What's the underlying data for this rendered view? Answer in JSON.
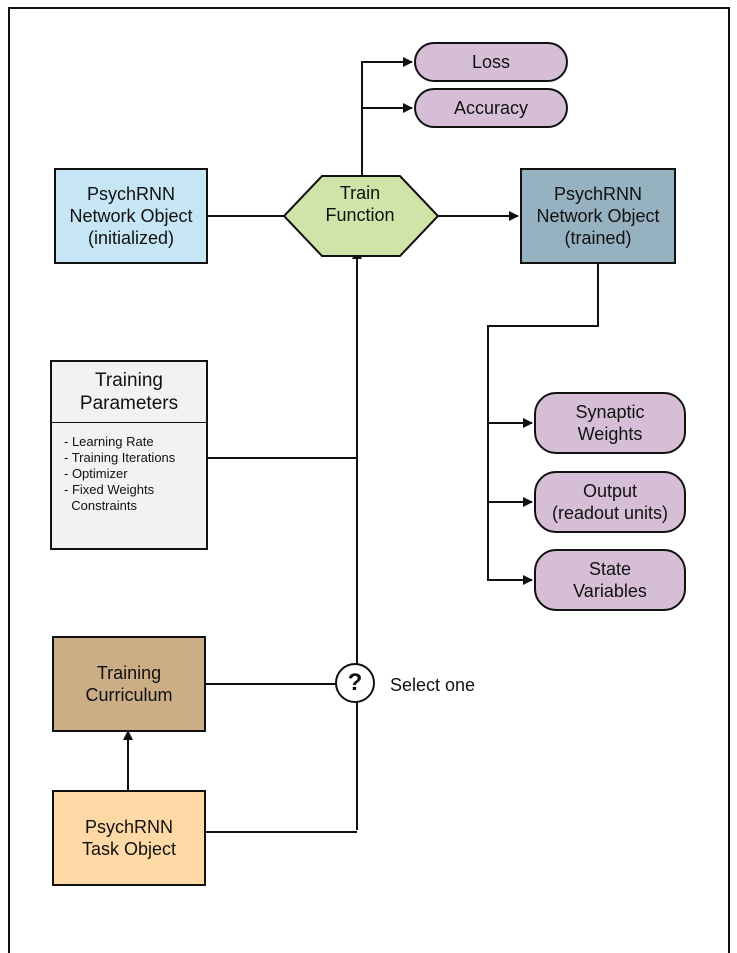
{
  "nodes": {
    "network_initialized": {
      "lines": [
        "PsychRNN",
        "Network Object",
        "(initialized)"
      ],
      "color": "#c6e6f6"
    },
    "train_function": {
      "lines": [
        "Train",
        "Function"
      ],
      "color": "#cfe4a8"
    },
    "network_trained": {
      "lines": [
        "PsychRNN",
        "Network Object",
        "(trained)"
      ],
      "color": "#96b2c0"
    },
    "training_parameters": {
      "title_lines": [
        "Training",
        "Parameters"
      ],
      "items": [
        "- Learning Rate",
        "- Training Iterations",
        "- Optimizer",
        "- Fixed Weights",
        "  Constraints"
      ],
      "color": "#f1f2f1"
    },
    "training_curriculum": {
      "lines": [
        "Training",
        "Curriculum"
      ],
      "color": "#cbad86"
    },
    "task_object": {
      "lines": [
        "PsychRNN",
        "Task Object"
      ],
      "color": "#fed9a5"
    }
  },
  "outputs": {
    "loss": {
      "lines": [
        "Loss"
      ]
    },
    "accuracy": {
      "lines": [
        "Accuracy"
      ]
    },
    "synaptic_weights": {
      "lines": [
        "Synaptic",
        "Weights"
      ]
    },
    "output_readout": {
      "lines": [
        "Output",
        "(readout units)"
      ]
    },
    "state_variables": {
      "lines": [
        "State",
        "Variables"
      ]
    }
  },
  "selector": {
    "symbol": "?",
    "label": "Select one"
  },
  "colors": {
    "pill": "#d6bfd6",
    "stroke": "#111111"
  }
}
